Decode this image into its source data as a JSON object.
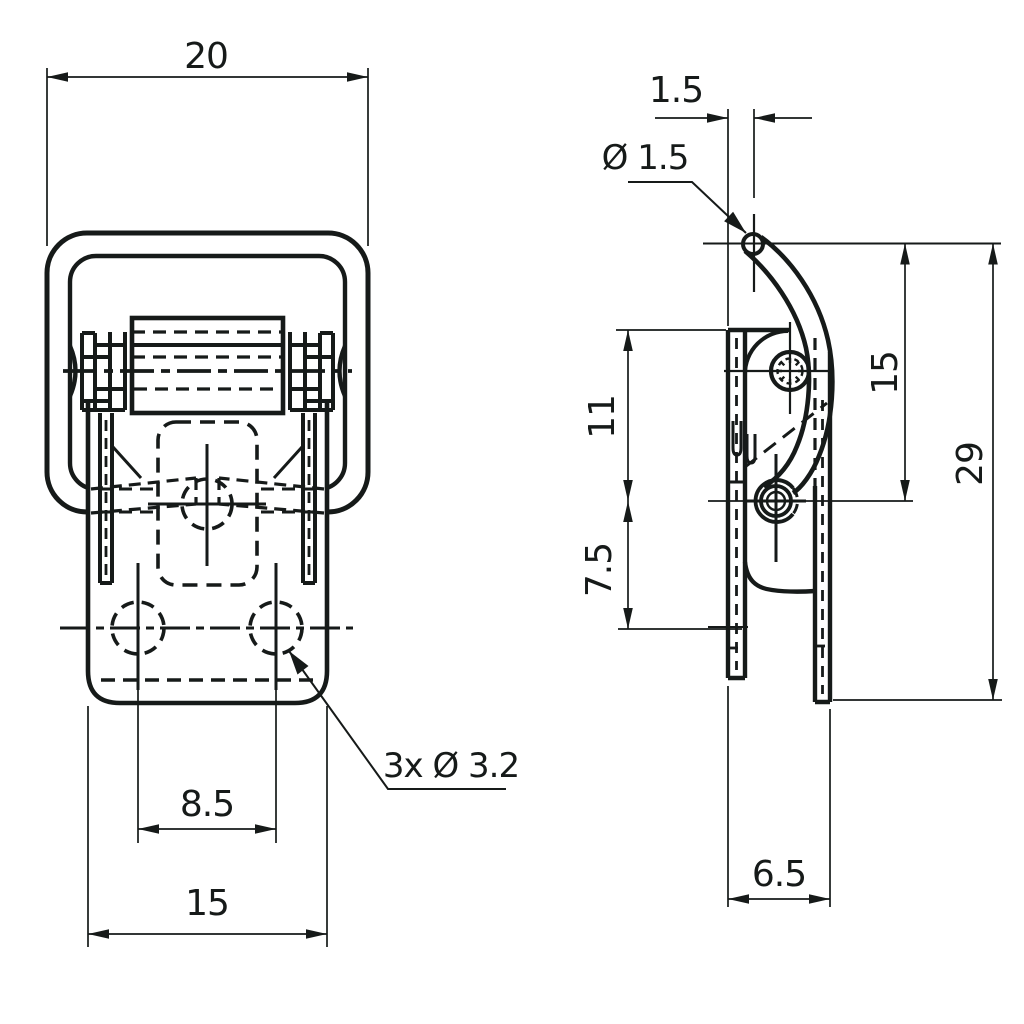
{
  "front_view": {
    "dim_overall_width": "20",
    "dim_hole_spacing": "8.5",
    "dim_mounting_width": "15",
    "hole_callout": "3x Ø 3.2"
  },
  "side_view": {
    "dim_hole_offset": "1.5",
    "hole_callout": "Ø 1.5",
    "dim_bracket_upper": "11",
    "dim_bracket_lower": "7.5",
    "dim_hook_height": "15",
    "dim_overall_height": "29",
    "dim_depth": "6.5"
  },
  "colors": {
    "line": "#161a19",
    "background": "#ffffff"
  }
}
